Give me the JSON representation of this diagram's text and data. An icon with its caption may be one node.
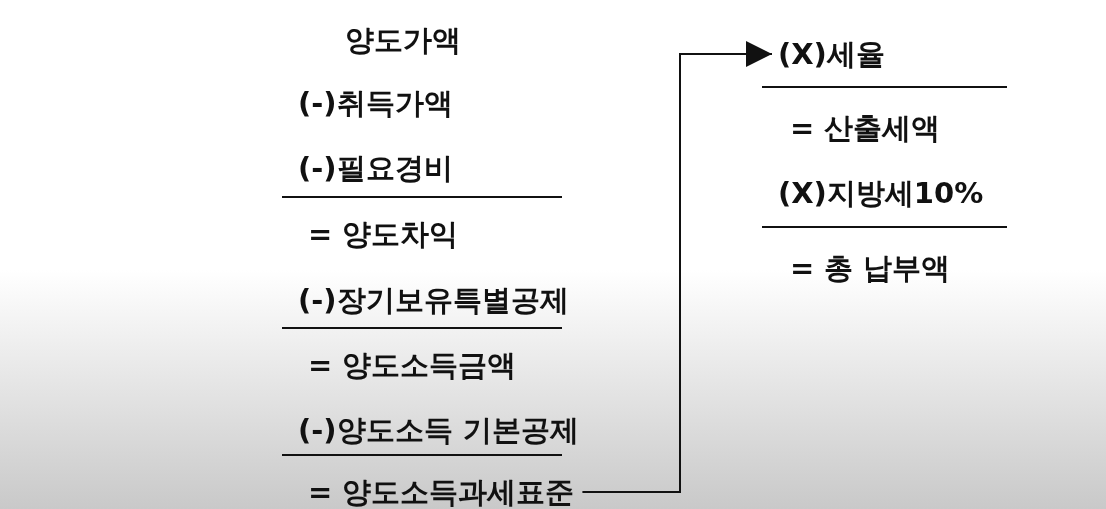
{
  "diagram": {
    "nodes": [
      {
        "text": [
          "= 양도소득과세표준"
        ]
      },
      {
        "text": [
          "(X)세율"
        ]
      }
    ],
    "edges": [
      {
        "from": 0,
        "to": 1,
        "arrow": "to"
      }
    ],
    "labels": [
      "양도가액",
      "(-)취득가액",
      "(-)필요경비",
      "= 양도차익",
      "(-)장기보유특별공제",
      "= 양도소득금액",
      "(-)양도소득 기본공제",
      "= 산출세액",
      "(X)지방세10%",
      "= 총 납부액"
    ]
  }
}
